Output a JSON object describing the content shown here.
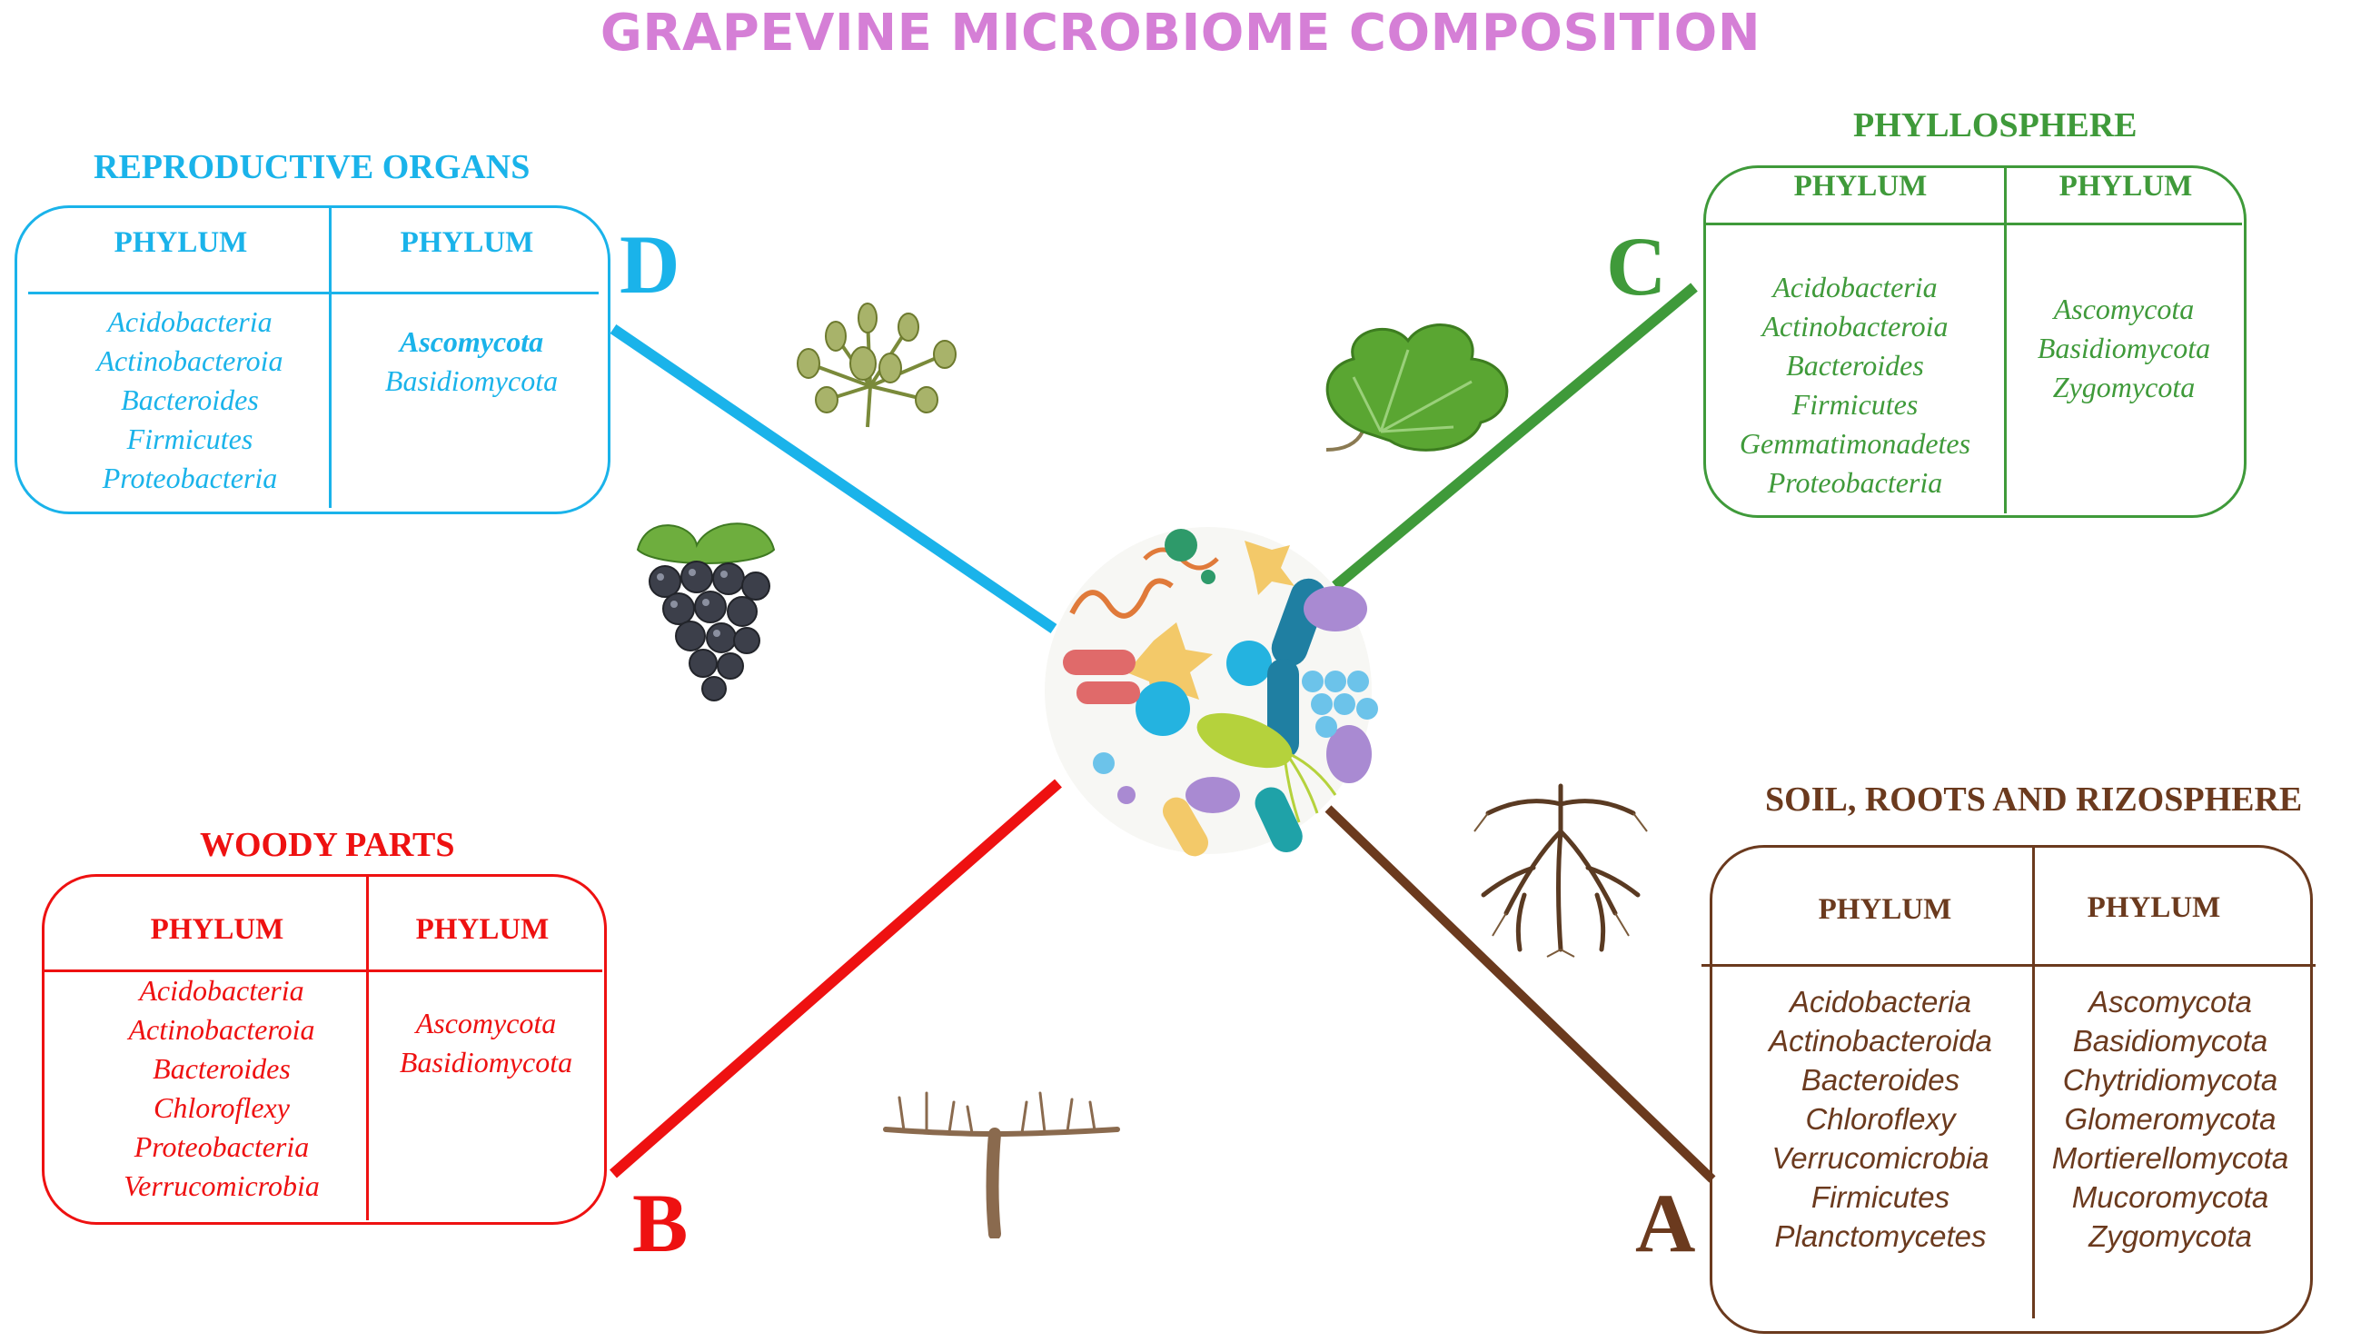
{
  "title": "GRAPEVINE MICROBIOME COMPOSITION",
  "colors": {
    "title": "#d57fd6",
    "reproductive": "#1ab3ea",
    "phyllosphere": "#3f9a3a",
    "woody": "#ee1111",
    "soil": "#6b3a1e"
  },
  "sections": {
    "reproductive": {
      "letter": "D",
      "title": "REPRODUCTIVE ORGANS",
      "col1_header": "PHYLUM",
      "col2_header": "PHYLUM",
      "col1": [
        "Acidobacteria",
        "Actinobacteroia",
        "Bacteroides",
        "Firmicutes",
        "Proteobacteria"
      ],
      "col2": [
        "Ascomycota",
        "Basidiomycota"
      ]
    },
    "phyllosphere": {
      "letter": "C",
      "title": "PHYLLOSPHERE",
      "col1_header": "PHYLUM",
      "col2_header": "PHYLUM",
      "col1": [
        "Acidobacteria",
        "Actinobacteroia",
        "Bacteroides",
        "Firmicutes",
        "Gemmatimonadetes",
        "Proteobacteria"
      ],
      "col2": [
        "Ascomycota",
        "Basidiomycota",
        "Zygomycota"
      ]
    },
    "woody": {
      "letter": "B",
      "title": "WOODY PARTS",
      "col1_header": "PHYLUM",
      "col2_header": "PHYLUM",
      "col1": [
        "Acidobacteria",
        "Actinobacteroia",
        "Bacteroides",
        "Chloroflexy",
        "Proteobacteria",
        "Verrucomicrobia"
      ],
      "col2": [
        "Ascomycota",
        "Basidiomycota"
      ]
    },
    "soil": {
      "letter": "A",
      "title": "SOIL, ROOTS AND RIZOSPHERE",
      "col1_header": "PHYLUM",
      "col2_header": "PHYLUM",
      "col1": [
        "Acidobacteria",
        "Actinobacteroida",
        "Bacteroides",
        "Chloroflexy",
        "Verrucomicrobia",
        "Firmicutes",
        "Planctomycetes"
      ],
      "col2": [
        "Ascomycota",
        "Basidiomycota",
        "Chytridiomycota",
        "Glomeromycota",
        "Mortierellomycota",
        "Mucoromycota",
        "Zygomycota"
      ]
    }
  },
  "icons": [
    "flower-cluster-icon",
    "grape-leaf-icon",
    "grape-bunch-icon",
    "microbes-icon",
    "roots-icon",
    "vine-trunk-icon"
  ]
}
